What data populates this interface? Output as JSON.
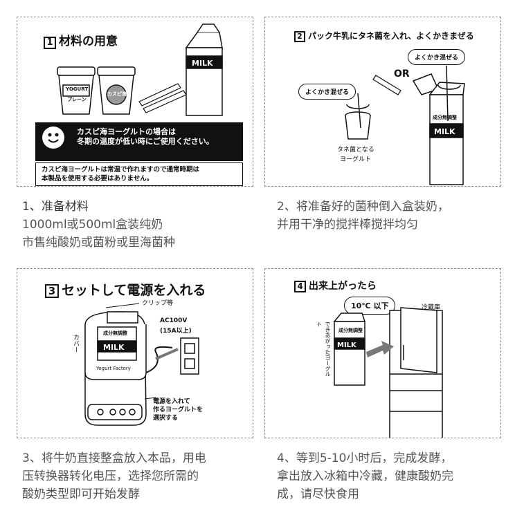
{
  "panel1": {
    "number": "1",
    "title": "材料の用意",
    "cup1_label1": "YOGURT",
    "cup1_label2": "プレーン",
    "cup2_label": "カスピ海",
    "milk_label": "MILK",
    "banner_line1": "カスピ海ヨーグルトの場合は",
    "banner_line2": "冬期の温度が低い時にご使用ください。",
    "note_line1": "カスピ海ヨーグルトは常温で作れますので通常時期は",
    "note_line2": "本製品を使用する必要はありません。"
  },
  "panel2": {
    "number": "2",
    "title": "パック牛乳にタネ菌を入れ、よくかきまぜる",
    "bubble_left": "よくかき混ぜる",
    "bubble_right": "よくかき混ぜる",
    "or_text": "OR",
    "cup_caption1": "タネ菌となる",
    "cup_caption2": "ヨーグルト",
    "milk_label": "MILK",
    "milk_small": "成分無調整"
  },
  "panel3": {
    "number": "3",
    "title": "セットして電源を入れる",
    "clip_label": "クリップ等",
    "power_label1": "AC100V",
    "power_label2": "(15A以上)",
    "cover_label": "カバー",
    "milk_label": "MILK",
    "milk_small": "成分無調整",
    "brand_label": "Yogurt Factory",
    "select_line1": "電源を入れて",
    "select_line2": "作るヨーグルトを",
    "select_line3": "選択する"
  },
  "panel4": {
    "number": "4",
    "title": "出来上がったら",
    "bubble": "10℃ 以下",
    "fridge_label": "冷蔵庫",
    "vertical_text": "できあがったヨーグルト",
    "milk_label": "MILK",
    "milk_small": "成分無調整"
  },
  "captions": {
    "c1_line1": "1、准备材料",
    "c1_line2": "1000ml或500ml盒装纯奶",
    "c1_line3": "市售纯酸奶或菌粉或里海菌种",
    "c2_line1": "2、将准备好的菌种倒入盒装奶，",
    "c2_line2": "并用干净的搅拌棒搅拌均匀",
    "c3_line1": "3、将牛奶直接整盒放入本品，用电",
    "c3_line2": "压转换器转化电压，选择您所需的",
    "c3_line3": "酸奶类型即可开始发酵",
    "c4_line1": "4、等到5-10小时后，完成发酵，",
    "c4_line2": "拿出放入冰箱中冷藏，健康酸奶完",
    "c4_line3": "成，请尽快食用"
  }
}
